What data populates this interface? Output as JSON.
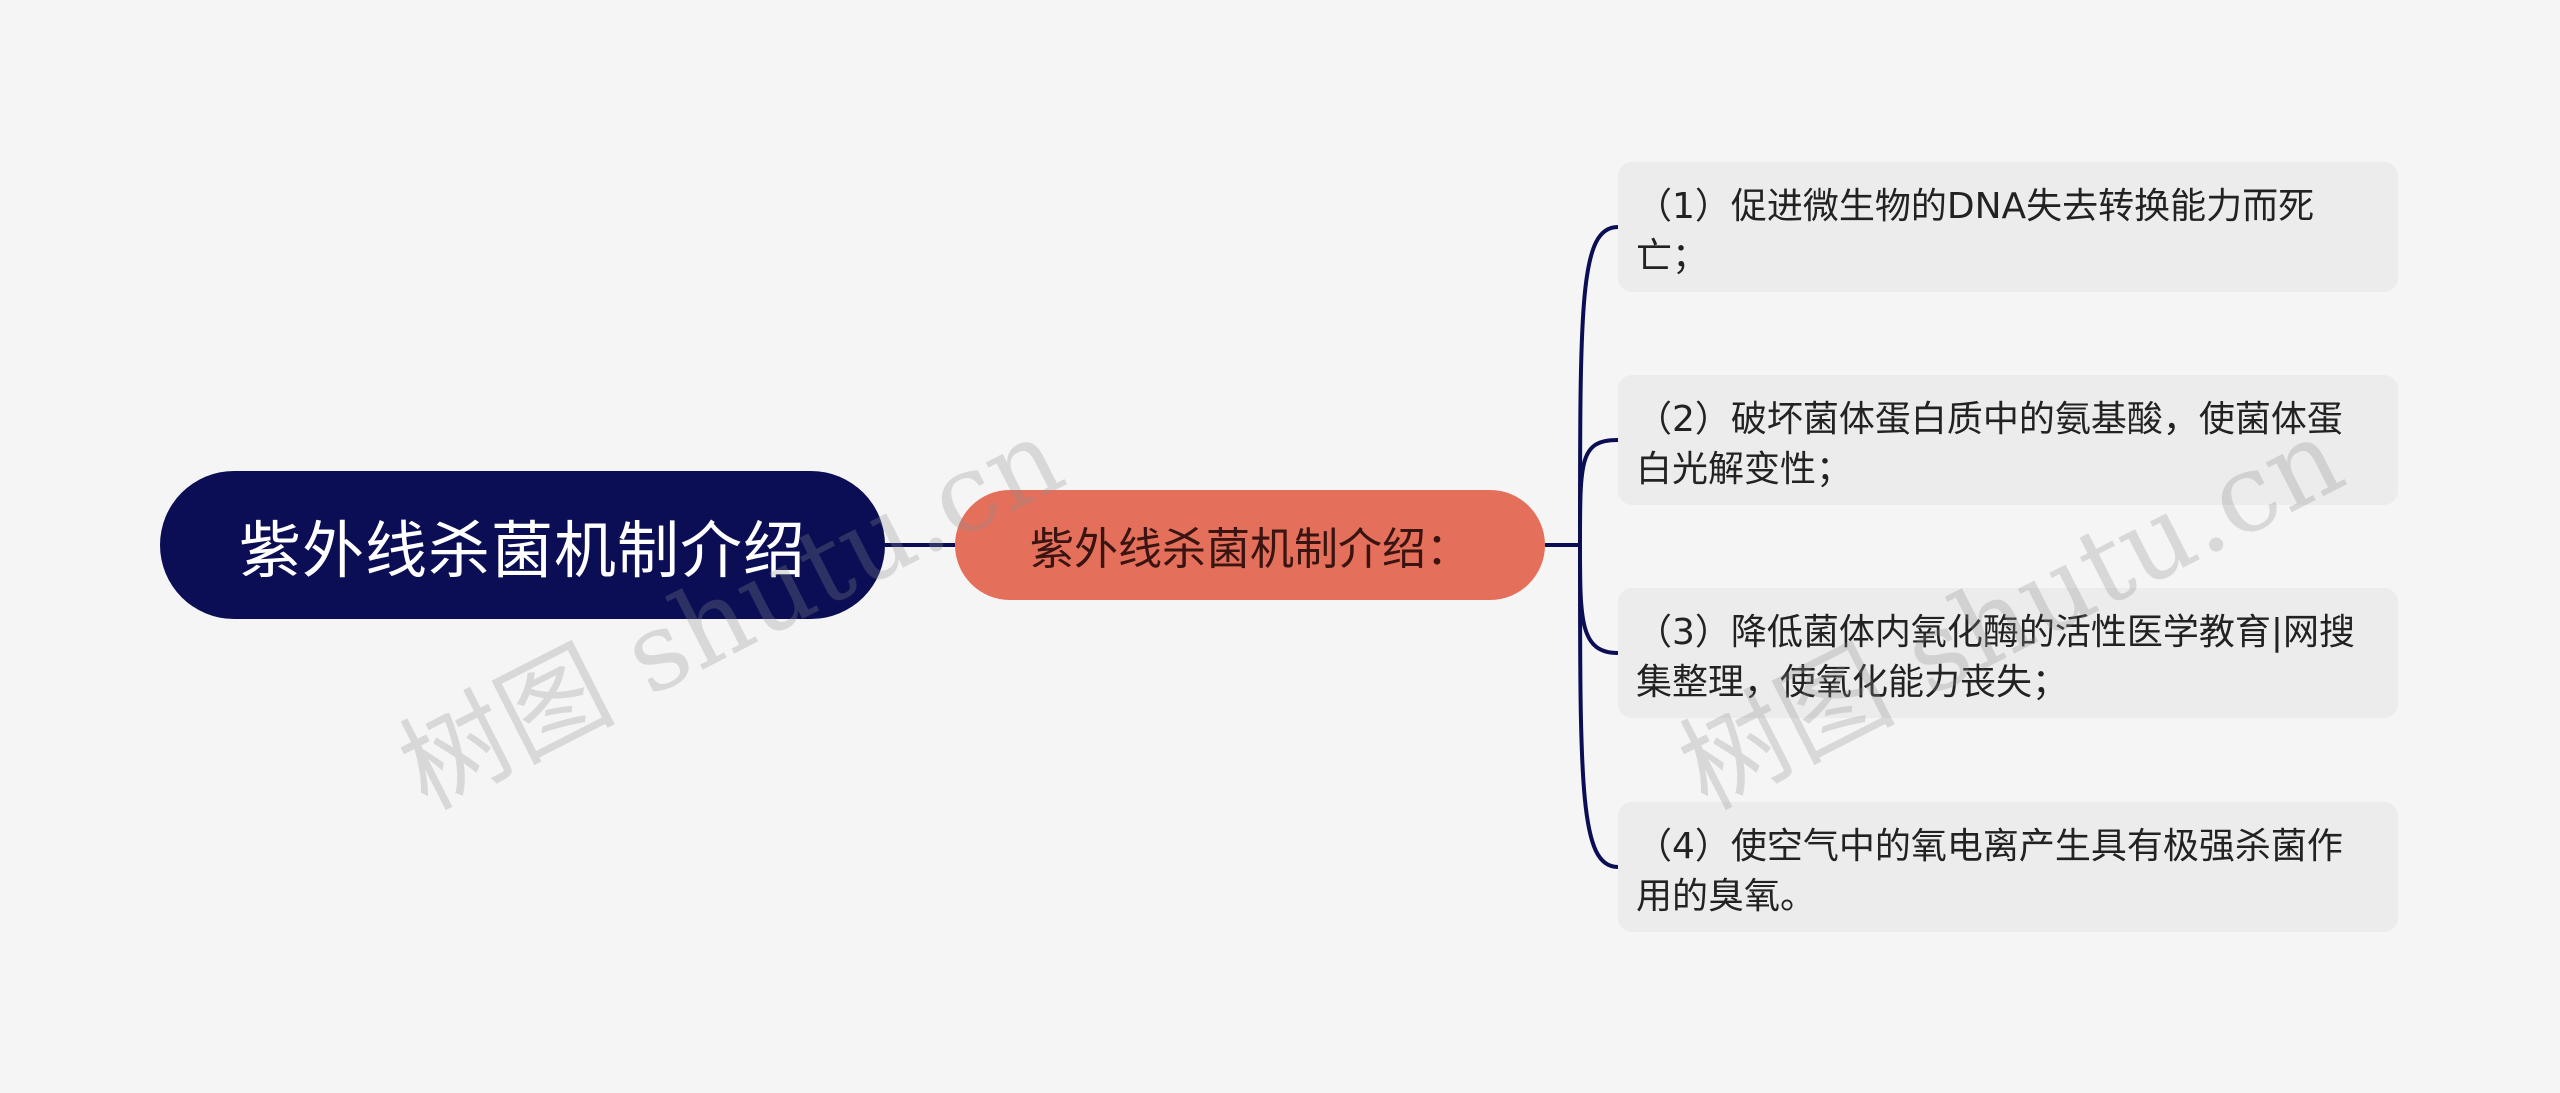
{
  "mindmap": {
    "root": {
      "label": "紫外线杀菌机制介绍"
    },
    "branch": {
      "label": "紫外线杀菌机制介绍："
    },
    "leaves": [
      {
        "text": "（1）促进微生物的DNA失去转换能力而死亡；"
      },
      {
        "text": "（2）破坏菌体蛋白质中的氨基酸，使菌体蛋白光解变性；"
      },
      {
        "text": "（3）降低菌体内氧化酶的活性医学教育|网搜集整理，使氧化能力丧失；"
      },
      {
        "text": "（4）使空气中的氧电离产生具有极强杀菌作用的臭氧。"
      }
    ]
  },
  "watermark": {
    "text": "树图 shutu.cn"
  },
  "colors": {
    "background": "#f5f5f5",
    "root_fill": "#0b0e54",
    "branch_fill": "#e4705c",
    "leaf_fill": "#ececec",
    "connector": "#0b0e54"
  }
}
